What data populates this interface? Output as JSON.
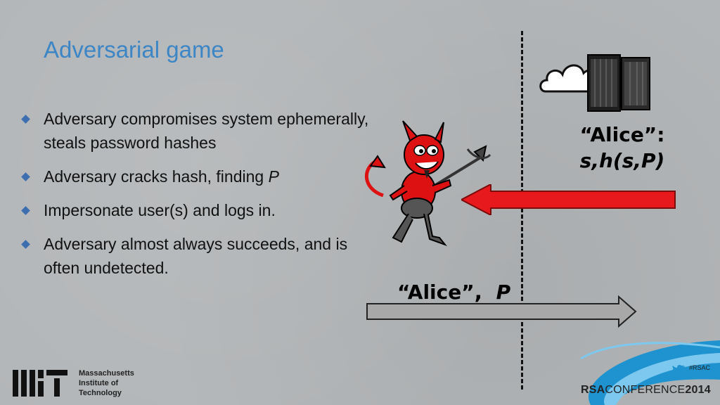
{
  "slide": {
    "title": "Adversarial game",
    "bullets": [
      {
        "text": "Adversary compromises system ephemerally, steals password hashes"
      },
      {
        "text_before": "Adversary cracks hash, finding ",
        "text_em": "P"
      },
      {
        "text": "Impersonate user(s) and logs in."
      },
      {
        "text": "Adversary almost always succeeds, and is often undetected."
      }
    ],
    "server_record": {
      "line1": "“Alice”:",
      "line2": "s,h(s,P)"
    },
    "login": {
      "user": "“Alice”",
      "comma": ",",
      "password": "P"
    },
    "icons": [
      "devil-icon",
      "cloud-icon",
      "server-rack-icon",
      "twitter-icon"
    ],
    "colors": {
      "title": "#3d86c6",
      "bullet": "#3d6fb0",
      "arrow_red": "#e8191c",
      "arrow_gray": "#a8a8a8"
    }
  },
  "footer": {
    "mit": {
      "line1": "Massachusetts",
      "line2": "Institute of",
      "line3": "Technology"
    },
    "hashtag": "#RSAC",
    "conference_bold": "RSA",
    "conference_mid": "CONFERENCE",
    "conference_year": "2014"
  }
}
